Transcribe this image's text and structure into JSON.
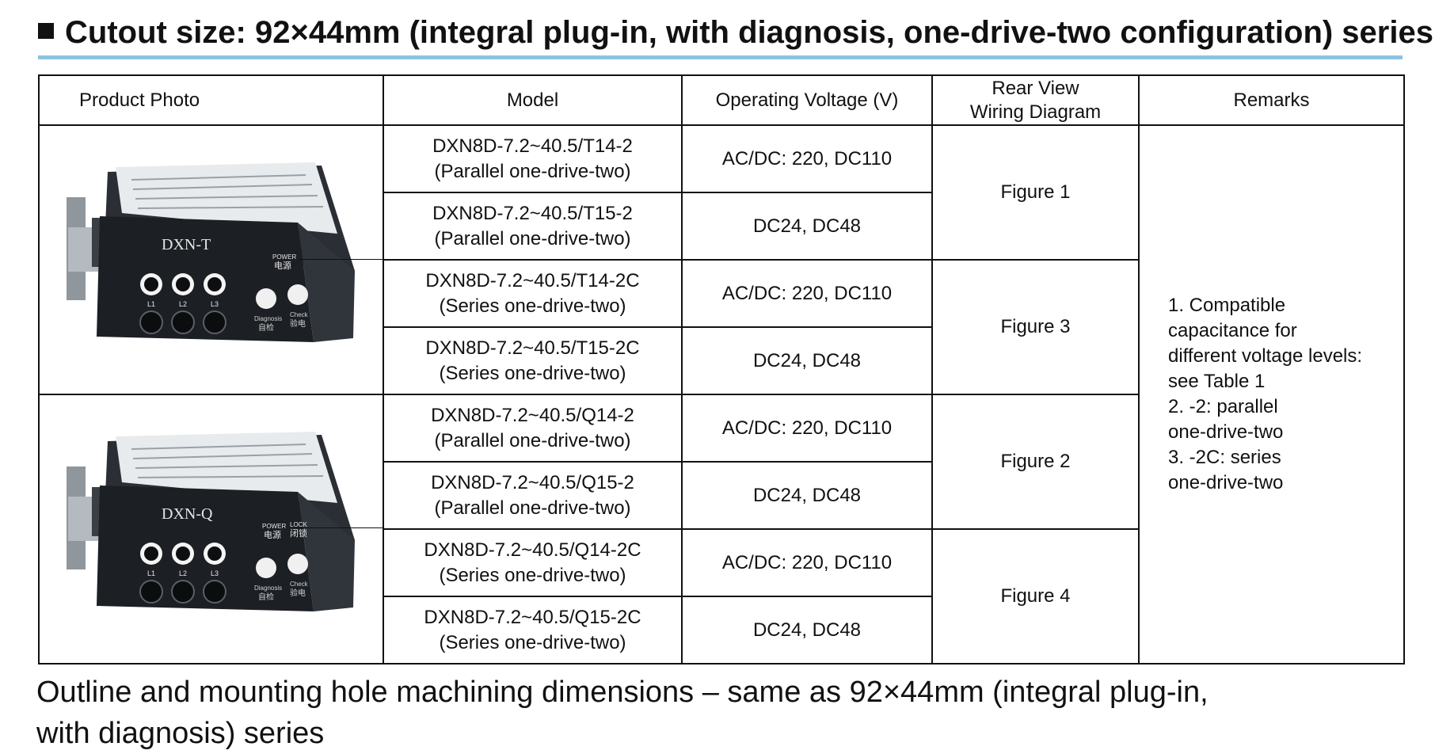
{
  "heading": "Cutout size: 92×44mm (integral plug-in, with diagnosis, one-drive-two configuration) series",
  "table": {
    "headers": {
      "photo": "Product Photo",
      "model": "Model",
      "voltage": "Operating Voltage (V)",
      "rear_view_line1": "Rear View",
      "rear_view_line2": "Wiring Diagram",
      "remarks": "Remarks"
    },
    "rows": [
      {
        "model_code": "DXN8D-7.2~40.5/T14-2",
        "model_note": "(Parallel one-drive-two)",
        "voltage": "AC/DC: 220, DC110"
      },
      {
        "model_code": "DXN8D-7.2~40.5/T15-2",
        "model_note": "(Parallel one-drive-two)",
        "voltage": "DC24, DC48"
      },
      {
        "model_code": "DXN8D-7.2~40.5/T14-2C",
        "model_note": "(Series one-drive-two)",
        "voltage": "AC/DC: 220, DC110"
      },
      {
        "model_code": "DXN8D-7.2~40.5/T15-2C",
        "model_note": "(Series one-drive-two)",
        "voltage": "DC24, DC48"
      },
      {
        "model_code": "DXN8D-7.2~40.5/Q14-2",
        "model_note": "(Parallel one-drive-two)",
        "voltage": "AC/DC: 220, DC110"
      },
      {
        "model_code": "DXN8D-7.2~40.5/Q15-2",
        "model_note": "(Parallel one-drive-two)",
        "voltage": "DC24, DC48"
      },
      {
        "model_code": "DXN8D-7.2~40.5/Q14-2C",
        "model_note": "(Series one-drive-two)",
        "voltage": "AC/DC: 220, DC110"
      },
      {
        "model_code": "DXN8D-7.2~40.5/Q15-2C",
        "model_note": "(Series one-drive-two)",
        "voltage": "DC24, DC48"
      }
    ],
    "figures": [
      "Figure 1",
      "Figure 3",
      "Figure 2",
      "Figure 4"
    ],
    "remarks": [
      "1. Compatible",
      "capacitance for",
      "different voltage levels:",
      "see Table 1",
      "2. -2: parallel",
      "one-drive-two",
      "3. -2C: series",
      "one-drive-two"
    ]
  },
  "devices": [
    {
      "name": "DXN-T",
      "power_en": "POWER",
      "power_cn": "电源",
      "lamps": [
        "L1",
        "L2",
        "L3"
      ],
      "btn1_en": "Diagnosis",
      "btn1_cn": "自检",
      "btn2_en": "Check",
      "btn2_cn": "验电"
    },
    {
      "name": "DXN-Q",
      "power_en": "POWER",
      "power_cn": "电源",
      "lock_en": "LOCK",
      "lock_cn": "闭锁",
      "lamps": [
        "L1",
        "L2",
        "L3"
      ],
      "btn1_en": "Diagnosis",
      "btn1_cn": "自检",
      "btn2_en": "Check",
      "btn2_cn": "验电"
    }
  ],
  "footer": {
    "line1": "Outline and mounting hole machining dimensions – same as 92×44mm (integral plug-in,",
    "line2": "with diagnosis) series"
  },
  "colors": {
    "rule": "#8ec3e0",
    "device_body": "#1c1f24",
    "panel_label": "#dfe3e6"
  }
}
